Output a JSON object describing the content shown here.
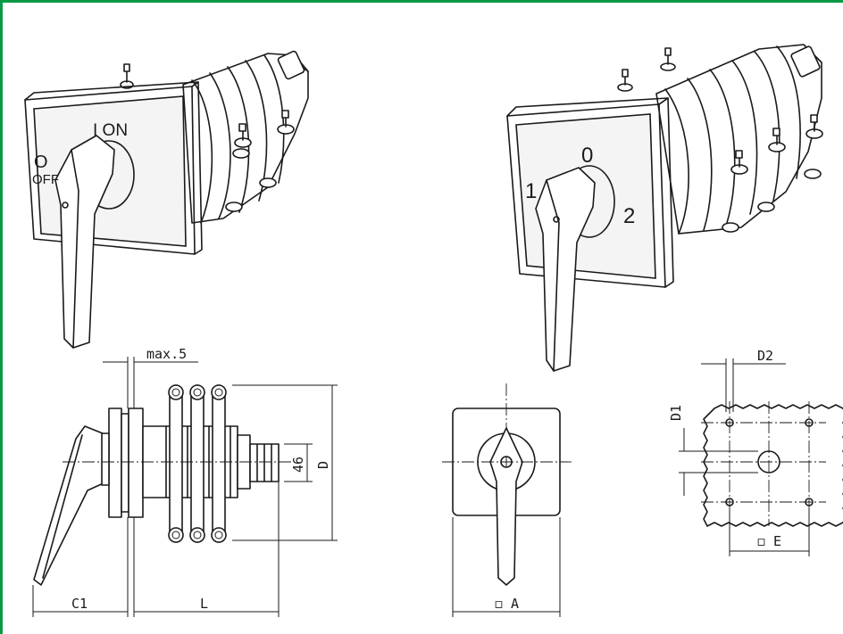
{
  "colors": {
    "frame": "#0a9a46",
    "ink": "#1a1a1a"
  },
  "switch_onoff": {
    "on_label": "I ON",
    "off_symbol": "O",
    "off_text": "OFF"
  },
  "switch_changeover": {
    "pos_left": "1",
    "pos_center": "0",
    "pos_right": "2"
  },
  "side_view": {
    "max_label": "max.5",
    "dim_c1": "C1",
    "dim_l": "L",
    "dim_d": "D",
    "dim_46": "46"
  },
  "front_view": {
    "dim_a": "◻ A"
  },
  "cutout": {
    "dim_d1": "D1",
    "dim_d2": "D2",
    "dim_e": "◻ E"
  }
}
